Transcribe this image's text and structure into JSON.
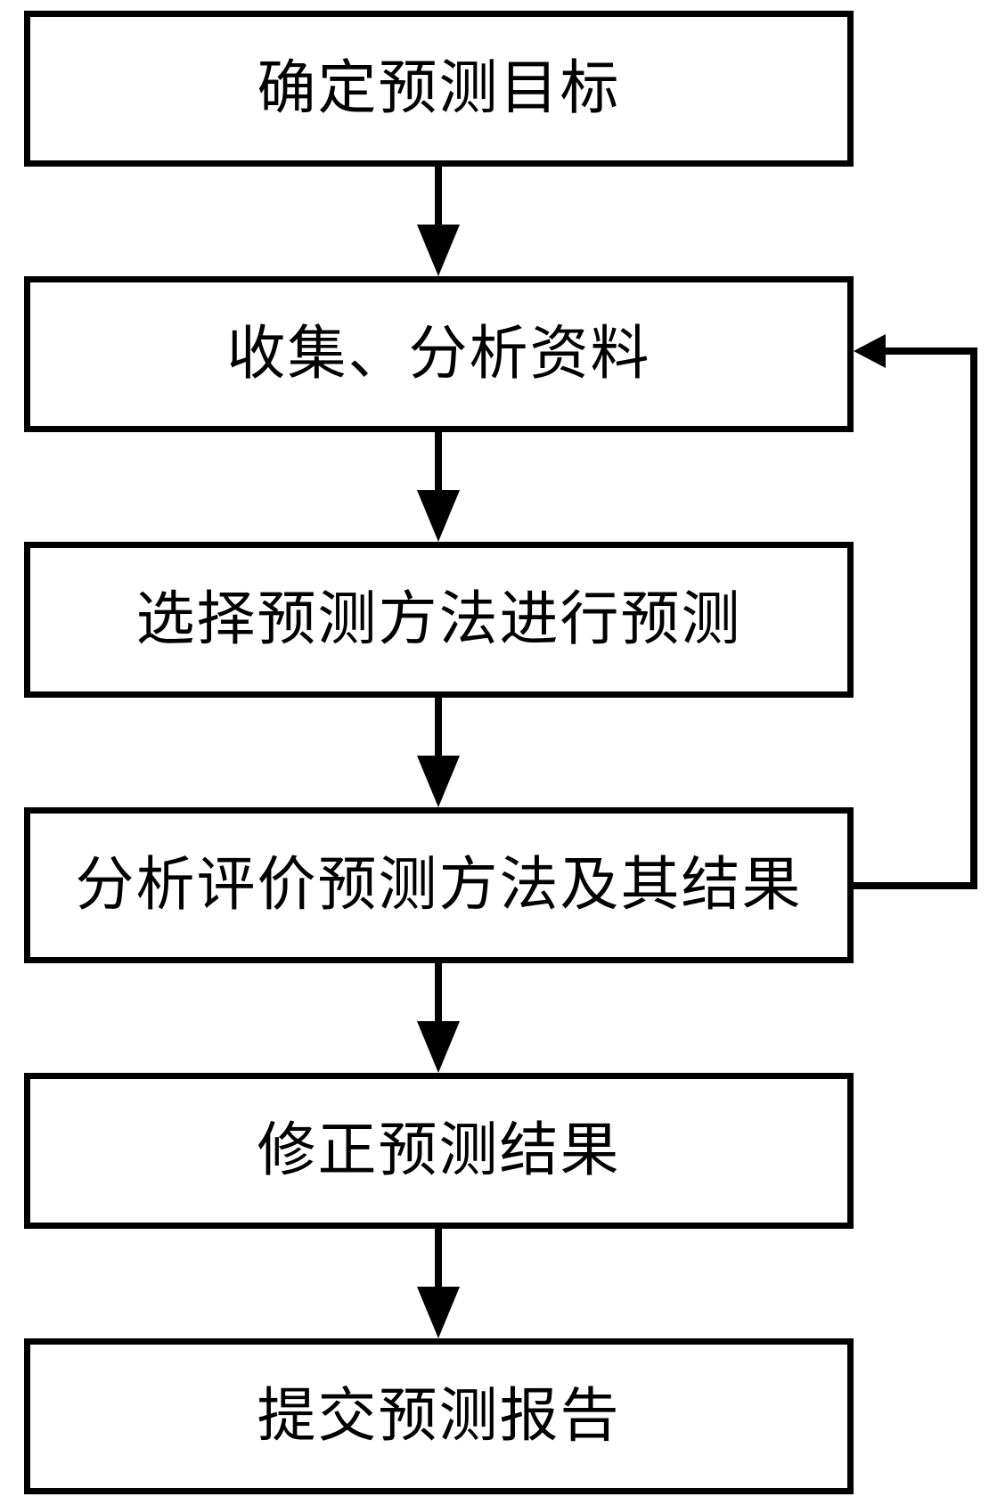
{
  "colors": {
    "background": "#ffffff",
    "line": "#000000",
    "text": "#000000"
  },
  "nodes": [
    {
      "id": "step-1",
      "label": "确定预测目标"
    },
    {
      "id": "step-2",
      "label": "收集、分析资料"
    },
    {
      "id": "step-3",
      "label": "选择预测方法进行预测"
    },
    {
      "id": "step-4",
      "label": "分析评价预测方法及其结果"
    },
    {
      "id": "step-5",
      "label": "修正预测结果"
    },
    {
      "id": "step-6",
      "label": "提交预测报告"
    }
  ],
  "edges": [
    {
      "from": "step-1",
      "to": "step-2",
      "type": "arrow-down"
    },
    {
      "from": "step-2",
      "to": "step-3",
      "type": "arrow-down"
    },
    {
      "from": "step-3",
      "to": "step-4",
      "type": "arrow-down"
    },
    {
      "from": "step-4",
      "to": "step-5",
      "type": "arrow-down"
    },
    {
      "from": "step-5",
      "to": "step-6",
      "type": "arrow-down"
    },
    {
      "from": "step-4",
      "to": "step-2",
      "type": "feedback-loop-right"
    }
  ]
}
